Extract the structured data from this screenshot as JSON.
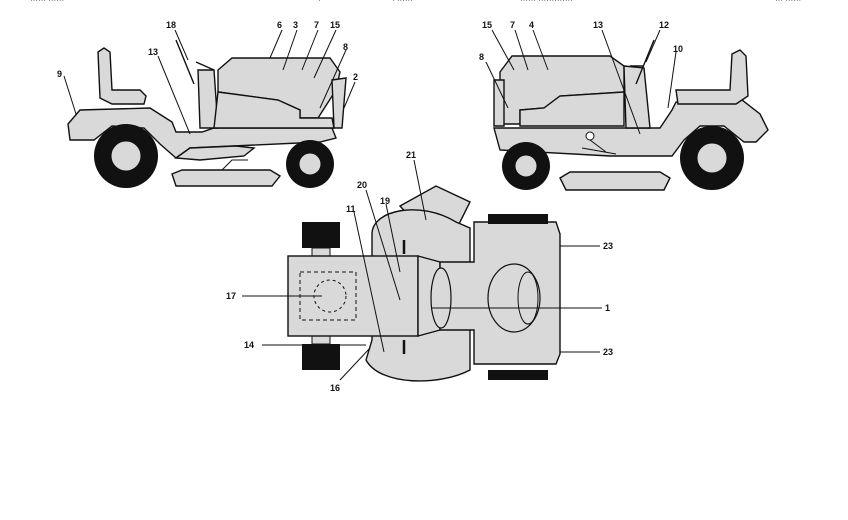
{
  "header_fragments": [
    "······ ······",
    "·",
    "·  ······",
    "······ ·············",
    "···  ······"
  ],
  "callouts": {
    "left_view": [
      "18",
      "6",
      "3",
      "7",
      "15",
      "8",
      "2",
      "9",
      "13"
    ],
    "right_view": [
      "15",
      "7",
      "4",
      "13",
      "12",
      "8",
      "10"
    ],
    "top_view": [
      "21",
      "20",
      "19",
      "11",
      "17",
      "1",
      "14",
      "16",
      "23",
      "23"
    ]
  },
  "colors": {
    "fill": "#d9d9d9",
    "dark": "#111111",
    "tire": "#111111"
  }
}
